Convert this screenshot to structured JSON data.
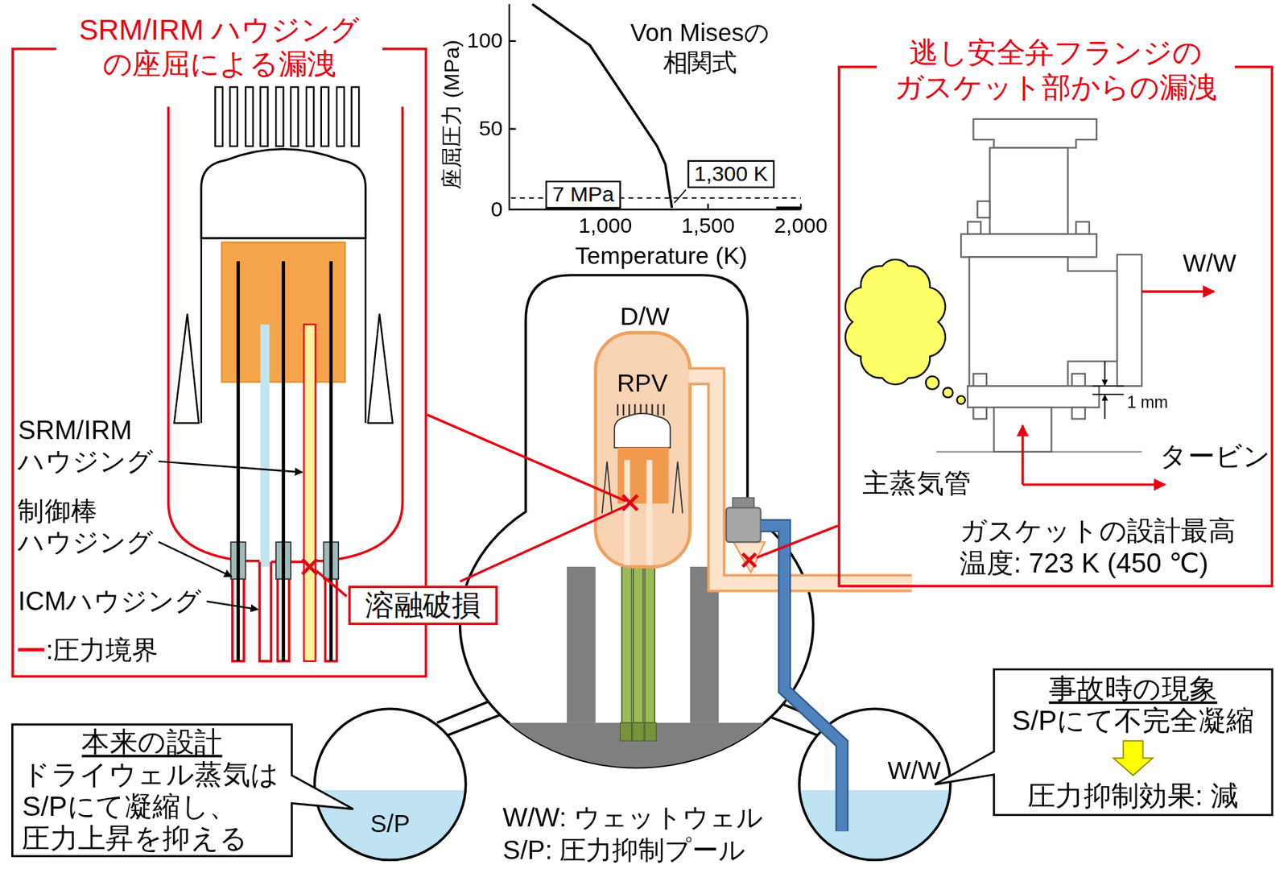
{
  "diagram": {
    "nodes": [
      {
        "text": [
          "SRM/IRM ハウジング の座屈による漏洩"
        ]
      },
      {
        "text": [
          "7 MPa"
        ]
      },
      {
        "text": [
          "1,300 K"
        ]
      },
      {
        "text": [
          "逃し安全弁フランジの ガスケット部からの漏洩"
        ]
      },
      {
        "text": [
          "溶融破損"
        ]
      },
      {
        "text": [
          "D/W"
        ]
      },
      {
        "text": [
          "RPV"
        ],
        "in": 5
      },
      {
        "text": [
          "S/P"
        ]
      },
      {
        "text": [
          "W/W"
        ]
      },
      {
        "text": [
          "本来の設計",
          "ドライウェル蒸気は S/Pにて凝縮し、 圧力上昇を抑える"
        ]
      },
      {
        "text": [
          "事故時の現象",
          "S/Pにて不完全凝縮",
          "圧力抑制効果: 減"
        ]
      }
    ],
    "labels": [
      "座屈圧力 (MPa)",
      "100",
      "50",
      "0",
      "1,000",
      "1,500",
      "2,000",
      "Temperature (K)",
      "Von Misesの 相関式",
      "SRM/IRM ハウジング",
      "制御棒 ハウジング",
      "ICMハウジング",
      "W/W",
      "1 mm",
      "主蒸気管",
      "タービン",
      "ガスケットの設計最高 温度: 723 K (450 ℃)",
      "W/W: ウェットウェル",
      "S/P: 圧力抑制プール"
    ],
    "legend": [
      {
        "text": ":圧力境界"
      }
    ]
  }
}
